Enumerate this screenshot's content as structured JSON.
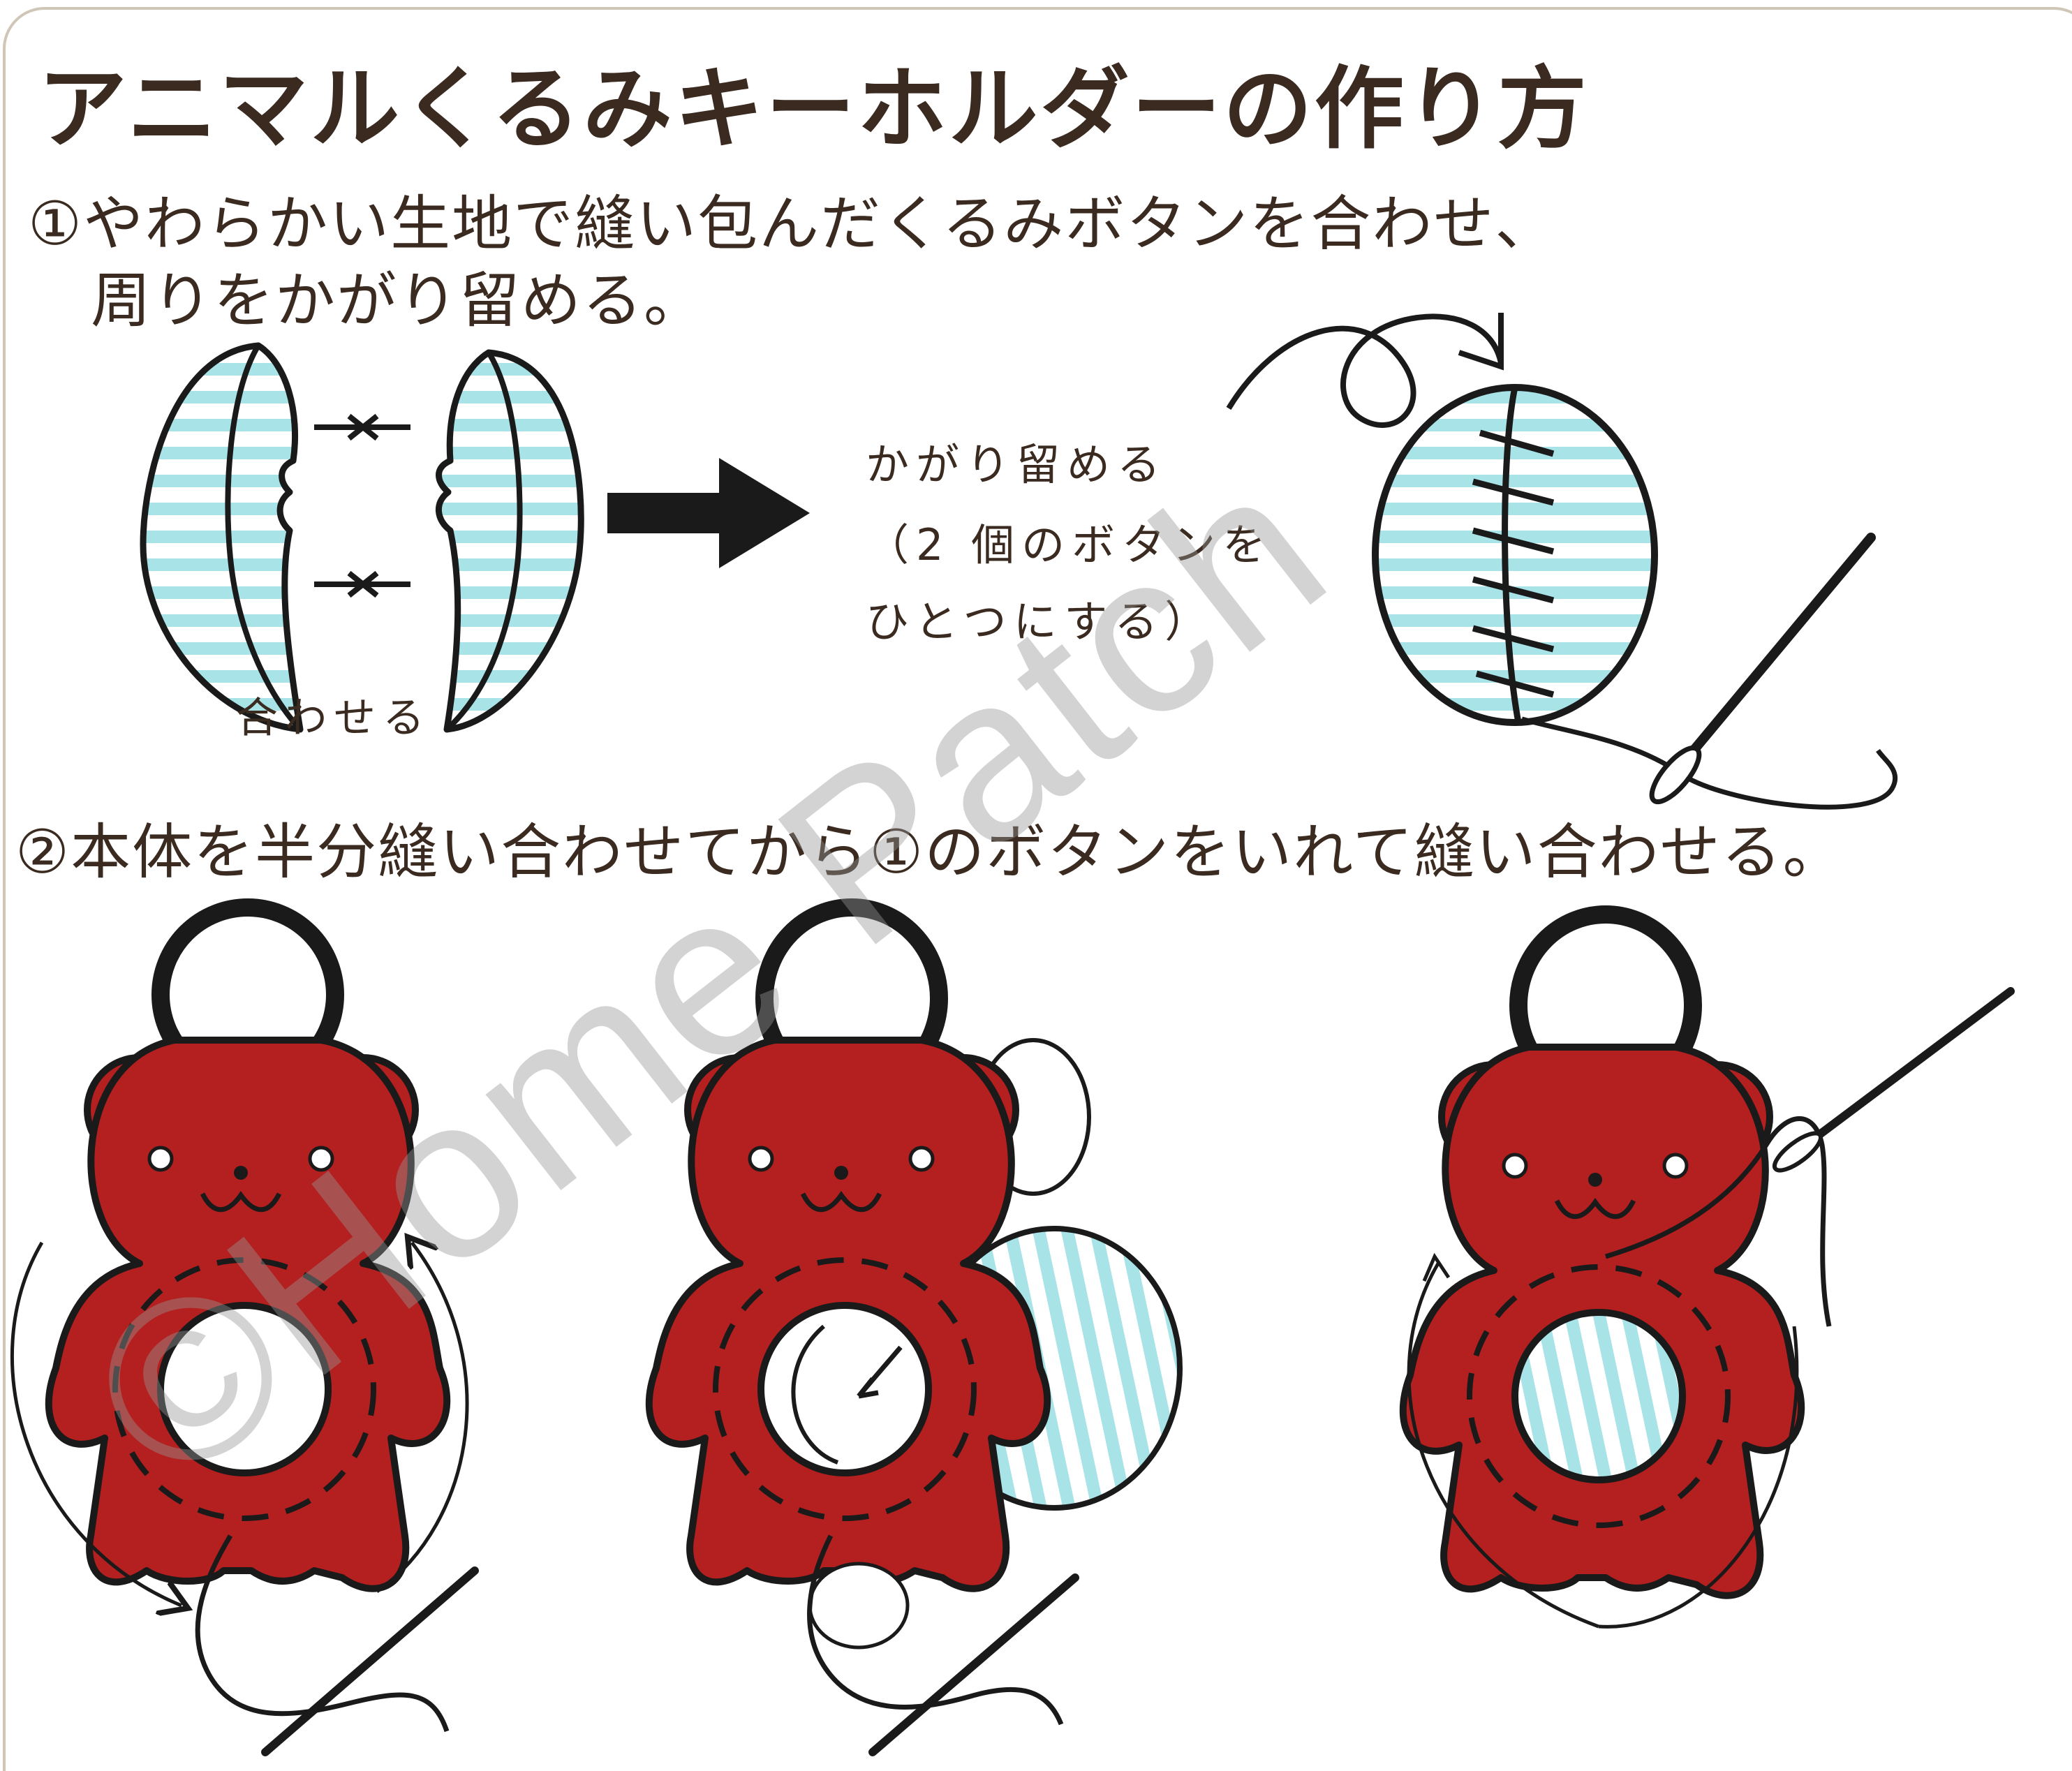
{
  "title": "アニマルくるみキーホルダーの作り方",
  "step1": {
    "line1": "①やわらかい生地で縫い包んだくるみボタンを合わせ、",
    "line2": "周りをかがり留める。",
    "merge_label": "合わせる",
    "whip_label_1": "かがり留める",
    "whip_label_2": "（2 個のボタンを",
    "whip_label_3": "ひとつにする）"
  },
  "step2": {
    "text": "②本体を半分縫い合わせてから①のボタンをいれて縫い合わせる。"
  },
  "watermark": "©Home Patch",
  "colors": {
    "bear": "#b3201f",
    "stripe": "#a8e3e8",
    "line": "#1a1a1a",
    "text": "#3a2a1f"
  }
}
